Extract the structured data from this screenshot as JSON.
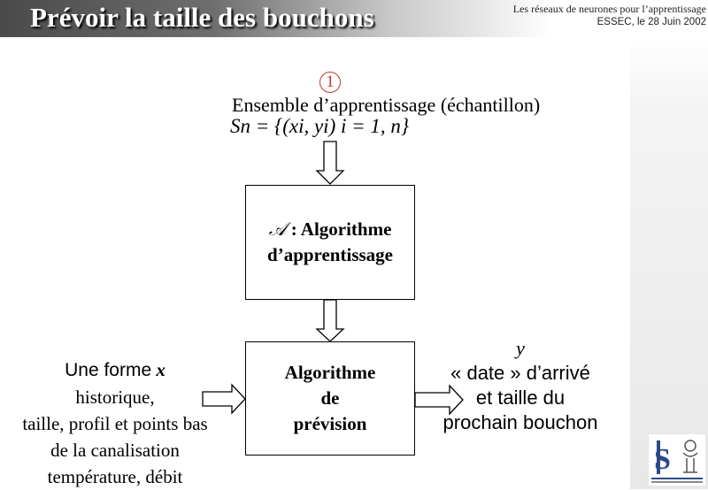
{
  "header": {
    "title": "Prévoir la taille des bouchons",
    "conference": "Les réseaux de neurones pour l’apprentissage",
    "place_date": "ESSEC, le 28 Juin 2002"
  },
  "diagram": {
    "step_number": "1",
    "training_set_label": "Ensemble d’apprentissage  (échantillon)",
    "training_set_formula": "Sn = {(xi, yi)   i = 1, n}",
    "learning_box": {
      "symbol": "𝒜",
      "line1": " : Algorithme",
      "line2": "d’apprentissage"
    },
    "prediction_box": {
      "line1": "Algorithme",
      "line2": "de",
      "line3": "prévision"
    },
    "input": {
      "word": "Une forme",
      "variable": "x",
      "lines": [
        "historique,",
        "taille, profil et points bas",
        "de la canalisation",
        "température, débit"
      ]
    },
    "output": {
      "variable": "y",
      "lines": [
        "« date » d’arrivé",
        "et taille du",
        "prochain bouchon"
      ]
    }
  },
  "colors": {
    "accent": "#c0392b",
    "logo_blue": "#2b4a8a"
  }
}
